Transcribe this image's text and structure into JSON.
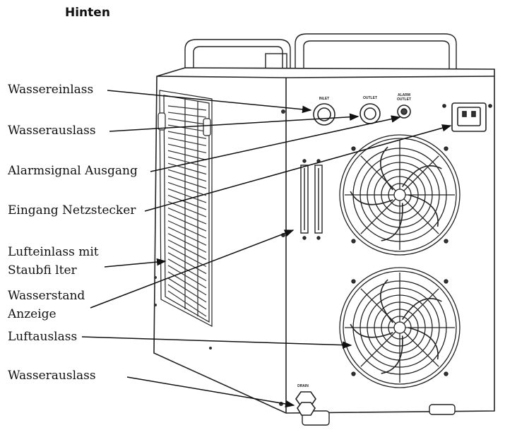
{
  "title": "Hinten",
  "labels": {
    "water_inlet": "Wassereinlass",
    "water_outlet": "Wasserauslass",
    "alarm_output": "Alarmsignal Ausgang",
    "power_input": "Eingang Netzstecker",
    "air_inlet_line1": "Lufteinlass mit",
    "air_inlet_line2": "Staubfi lter",
    "water_level_line1": "Wasserstand",
    "water_level_line2": "Anzeige",
    "air_outlet": "Luftauslass",
    "drain": "Wasserauslass"
  },
  "panel_text": {
    "inlet": "INLET",
    "outlet": "OUTLET",
    "alarm_line1": "ALARM",
    "alarm_line2": "OUTLET",
    "drain": "DRAIN"
  }
}
